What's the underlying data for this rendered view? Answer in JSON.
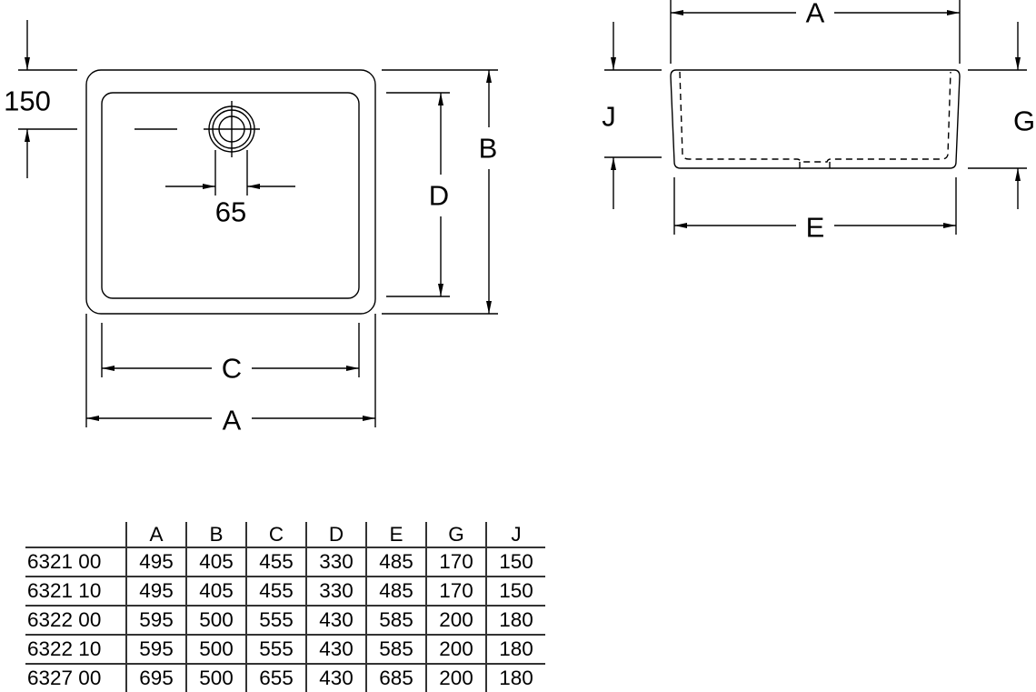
{
  "drawing": {
    "top_view": {
      "dim_150": "150",
      "dim_65": "65",
      "label_B": "B",
      "label_D": "D",
      "label_C": "C",
      "label_A": "A"
    },
    "side_view": {
      "label_A": "A",
      "label_J": "J",
      "label_G": "G",
      "label_E": "E"
    }
  },
  "table": {
    "headers": [
      "A",
      "B",
      "C",
      "D",
      "E",
      "G",
      "J"
    ],
    "rows": [
      {
        "model": "6321 00",
        "values": [
          "495",
          "405",
          "455",
          "330",
          "485",
          "170",
          "150"
        ]
      },
      {
        "model": "6321 10",
        "values": [
          "495",
          "405",
          "455",
          "330",
          "485",
          "170",
          "150"
        ]
      },
      {
        "model": "6322 00",
        "values": [
          "595",
          "500",
          "555",
          "430",
          "585",
          "200",
          "180"
        ]
      },
      {
        "model": "6322 10",
        "values": [
          "595",
          "500",
          "555",
          "430",
          "585",
          "200",
          "180"
        ]
      },
      {
        "model": "6327 00",
        "values": [
          "695",
          "500",
          "655",
          "430",
          "685",
          "200",
          "180"
        ]
      }
    ]
  }
}
